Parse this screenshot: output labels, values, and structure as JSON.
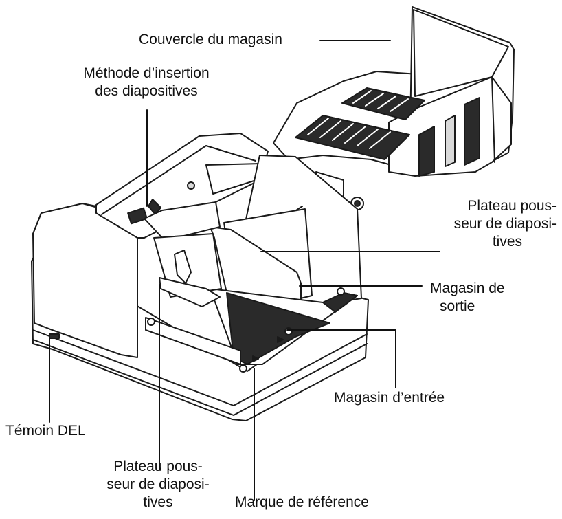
{
  "labels": {
    "lid": "Couvercle du magasin",
    "method_line1": "Méthode d’insertion",
    "method_line2": "des diapositives",
    "pusher_right_line1": "Plateau pous-",
    "pusher_right_line2": "seur de diaposi-",
    "pusher_right_line3": "tives",
    "output_line1": "Magasin de",
    "output_line2": "sortie",
    "input": "Magasin d’entrée",
    "led": "Témoin DEL",
    "pusher_left_line1": "Plateau pous-",
    "pusher_left_line2": "seur de diaposi-",
    "pusher_left_line3": "tives",
    "reference_mark": "Marque de référence"
  },
  "colors": {
    "outline": "#1a1a1a",
    "body_fill": "#ffffff",
    "dark_fill": "#2a2a2a",
    "shade_fill": "#d9d9d9"
  }
}
